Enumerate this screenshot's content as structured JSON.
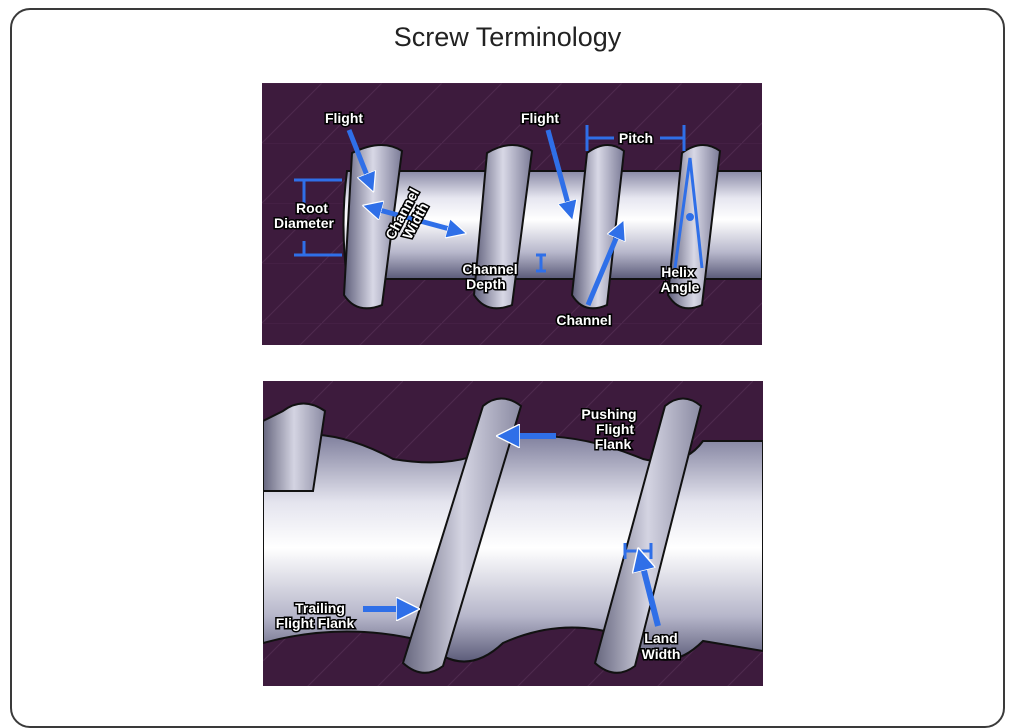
{
  "title": "Screw Terminology",
  "diagram_top": {
    "flight_left": "Flight",
    "flight_right": "Flight",
    "pitch": "Pitch",
    "root_diameter_line1": "Root",
    "root_diameter_line2": "Diameter",
    "channel_width_line1": "Channel",
    "channel_width_line2": "Width",
    "channel_depth_line1": "Channel",
    "channel_depth_line2": "Depth",
    "channel": "Channel",
    "helix_angle_line1": "Helix",
    "helix_angle_line2": "Angle"
  },
  "diagram_bottom": {
    "pushing_line1": "Pushing",
    "pushing_line2": "Flight",
    "pushing_line3": "Flank",
    "trailing_line1": "Trailing",
    "trailing_line2": "Flight Flank",
    "land_line1": "Land",
    "land_line2": "Width"
  },
  "colors": {
    "background": "#3d1b3d",
    "arrow": "#2f6fe8",
    "screw_light": "#e8e8f2",
    "screw_shadow": "#6a6a86"
  }
}
